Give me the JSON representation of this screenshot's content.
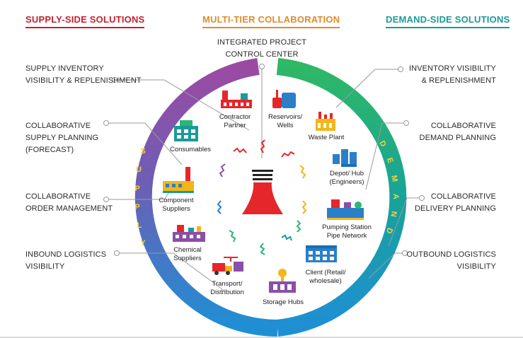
{
  "headers": {
    "supply": "SUPPLY-SIDE SOLUTIONS",
    "multi": "MULTI-TIER COLLABORATION",
    "demand": "DEMAND-SIDE SOLUTIONS"
  },
  "center_title": [
    "INTEGRATED PROJECT",
    "CONTROL CENTER"
  ],
  "left_labels": [
    [
      "SUPPLY INVENTORY",
      "VISIBILITY & REPLENISHMENT"
    ],
    [
      "COLLABORATIVE",
      "SUPPLY PLANNING",
      "(FORECAST)"
    ],
    [
      "COLLABORATIVE",
      "ORDER MANAGEMENT"
    ],
    [
      "INBOUND LOGISTICS",
      "VISIBILITY"
    ]
  ],
  "right_labels": [
    [
      "INVENTORY VISIBILITY",
      "& REPLENISHMENT"
    ],
    [
      "COLLABORATIVE",
      "DEMAND PLANNING"
    ],
    [
      "COLLABORATIVE",
      "DELIVERY PLANNING"
    ],
    [
      "OUTBOUND LOGISTICS",
      "VISIBILITY"
    ]
  ],
  "nodes": {
    "contractor": [
      "Contractor",
      "Partner"
    ],
    "reservoirs": [
      "Reservoirs/",
      "Wells"
    ],
    "waste": [
      "Waste Plant"
    ],
    "consumables": [
      "Consumables"
    ],
    "depot": [
      "Depot/ Hub",
      "(Engineers)"
    ],
    "component": [
      "Component",
      "Suppliers"
    ],
    "pumping": [
      "Pumping Station",
      "Pipe Network"
    ],
    "chemical": [
      "Chemical",
      "Suppliers"
    ],
    "client": [
      "Client (Retail/",
      "wholesale)"
    ],
    "transport": [
      "Transport/",
      "Distribution"
    ],
    "storage": [
      "Storage Hubs"
    ]
  },
  "arc_words": {
    "supply": [
      "S",
      "U",
      "P",
      "P",
      "L",
      "Y"
    ],
    "demand": [
      "D",
      "E",
      "M",
      "A",
      "N",
      "D"
    ]
  },
  "colors": {
    "supply_red": "#c7202f",
    "multi_orange": "#e08a2e",
    "demand_teal": "#1b9a9a",
    "arc_purple": "#8a4fa8",
    "arc_blue": "#2a7fc8",
    "arc_green": "#2bb673",
    "center_red": "#e5262b"
  }
}
